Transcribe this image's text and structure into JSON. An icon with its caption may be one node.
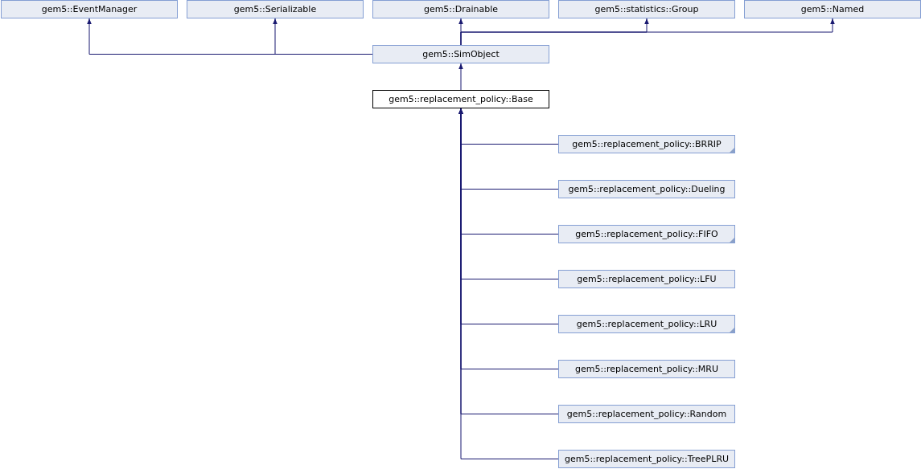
{
  "diagram": {
    "nodes": [
      {
        "text": [
          "gem5::EventManager"
        ]
      },
      {
        "text": [
          "gem5::Serializable"
        ]
      },
      {
        "text": [
          "gem5::Drainable"
        ]
      },
      {
        "text": [
          "gem5::statistics::Group"
        ]
      },
      {
        "text": [
          "gem5::Named"
        ]
      },
      {
        "text": [
          "gem5::SimObject"
        ]
      },
      {
        "text": [
          "gem5::replacement_policy::Base"
        ]
      },
      {
        "text": [
          "gem5::replacement_policy::BRRIP"
        ]
      },
      {
        "text": [
          "gem5::replacement_policy::Dueling"
        ]
      },
      {
        "text": [
          "gem5::replacement_policy::FIFO"
        ]
      },
      {
        "text": [
          "gem5::replacement_policy::LFU"
        ]
      },
      {
        "text": [
          "gem5::replacement_policy::LRU"
        ]
      },
      {
        "text": [
          "gem5::replacement_policy::MRU"
        ]
      },
      {
        "text": [
          "gem5::replacement_policy::Random"
        ]
      },
      {
        "text": [
          "gem5::replacement_policy::TreePLRU"
        ]
      }
    ],
    "edges": [
      {
        "from": 5,
        "to": 0,
        "arrow": "to"
      },
      {
        "from": 5,
        "to": 1,
        "arrow": "to"
      },
      {
        "from": 5,
        "to": 2,
        "arrow": "to"
      },
      {
        "from": 5,
        "to": 3,
        "arrow": "to"
      },
      {
        "from": 5,
        "to": 4,
        "arrow": "to"
      },
      {
        "from": 6,
        "to": 5,
        "arrow": "to"
      },
      {
        "from": 7,
        "to": 6,
        "arrow": "to"
      },
      {
        "from": 8,
        "to": 6,
        "arrow": "to"
      },
      {
        "from": 9,
        "to": 6,
        "arrow": "to"
      },
      {
        "from": 10,
        "to": 6,
        "arrow": "to"
      },
      {
        "from": 11,
        "to": 6,
        "arrow": "to"
      },
      {
        "from": 12,
        "to": 6,
        "arrow": "to"
      },
      {
        "from": 13,
        "to": 6,
        "arrow": "to"
      },
      {
        "from": 14,
        "to": 6,
        "arrow": "to"
      }
    ]
  }
}
